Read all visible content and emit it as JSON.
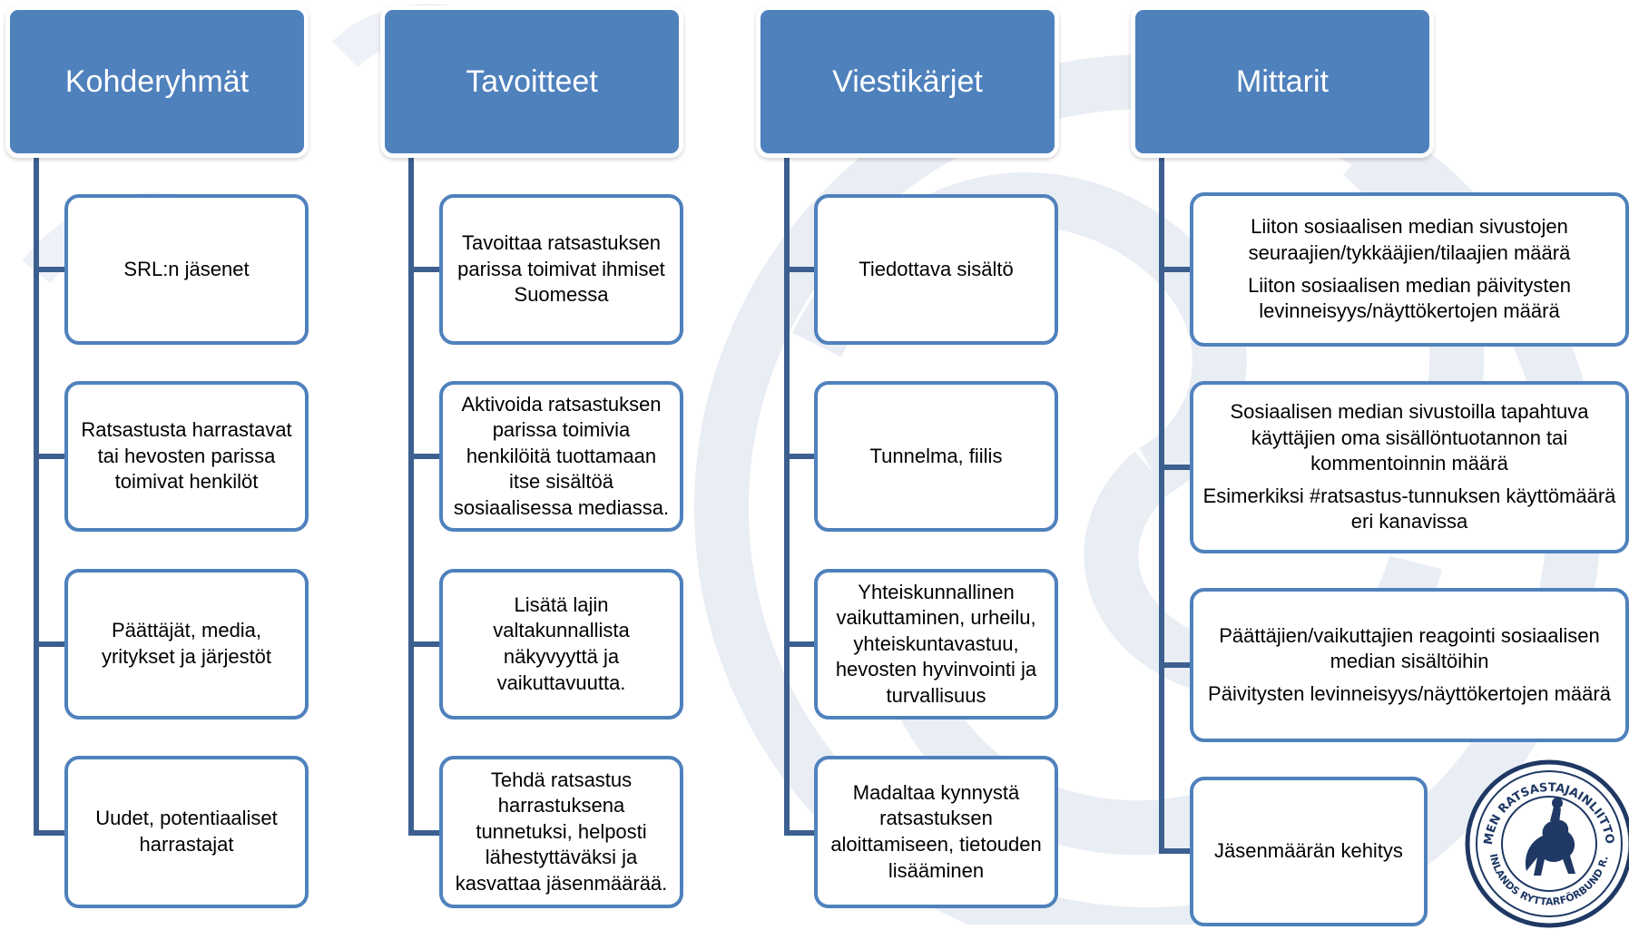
{
  "columns": [
    {
      "title": "Kohderyhmät",
      "items": [
        {
          "text": "SRL:n jäsenet"
        },
        {
          "text": "Ratsastusta harrastavat tai hevosten parissa toimivat henkilöt"
        },
        {
          "text": "Päättäjät, media, yritykset ja järjestöt"
        },
        {
          "text": "Uudet, potentiaaliset harrastajat"
        }
      ]
    },
    {
      "title": "Tavoitteet",
      "items": [
        {
          "text": "Tavoittaa ratsastuksen parissa toimivat ihmiset Suomessa"
        },
        {
          "text": "Aktivoida ratsastuksen parissa toimivia henkilöitä tuottamaan itse sisältöä sosiaalisessa mediassa."
        },
        {
          "text": "Lisätä lajin valtakunnallista näkyvyyttä ja vaikuttavuutta."
        },
        {
          "text": "Tehdä ratsastus harrastuksena tunnetuksi, helposti lähestyttäväksi ja kasvattaa jäsenmäärää."
        }
      ]
    },
    {
      "title": "Viestikärjet",
      "items": [
        {
          "text": "Tiedottava sisältö"
        },
        {
          "text": "Tunnelma, fiilis"
        },
        {
          "text": "Yhteiskunnallinen vaikuttaminen, urheilu, yhteiskuntavastuu, hevosten hyvinvointi ja turvallisuus"
        },
        {
          "text": "Madaltaa kynnystä ratsastuksen aloittamiseen, tietouden lisääminen"
        }
      ]
    },
    {
      "title": "Mittarit",
      "items": [
        {
          "text": "Liiton sosiaalisen median sivustojen seuraajien/tykkääjien/tilaajien määrä",
          "text2": "Liiton sosiaalisen median päivitysten levinneisyys/näyttökertojen määrä"
        },
        {
          "text": "Sosiaalisen median sivustoilla tapahtuva käyttäjien oma sisällöntuotannon tai kommentoinnin määrä",
          "text2": "Esimerkiksi #ratsastus-tunnuksen käyttömäärä eri kanavissa"
        },
        {
          "text": "Päättäjien/vaikuttajien reagointi sosiaalisen median sisältöihin",
          "text2": "Päivitysten levinneisyys/näyttökertojen määrä"
        },
        {
          "text": "Jäsenmäärän kehitys"
        }
      ]
    }
  ],
  "logo": {
    "text_top": "SUOMEN RATSASTAJAINLIITTO R.Y.",
    "text_bottom": "FINLANDS RYTTARFÖRBUND R.F."
  },
  "colors": {
    "header_fill": "#4f81bd",
    "box_border": "#4f81bd",
    "connector": "#3c5f8f",
    "watermark": "#e9edf4"
  }
}
